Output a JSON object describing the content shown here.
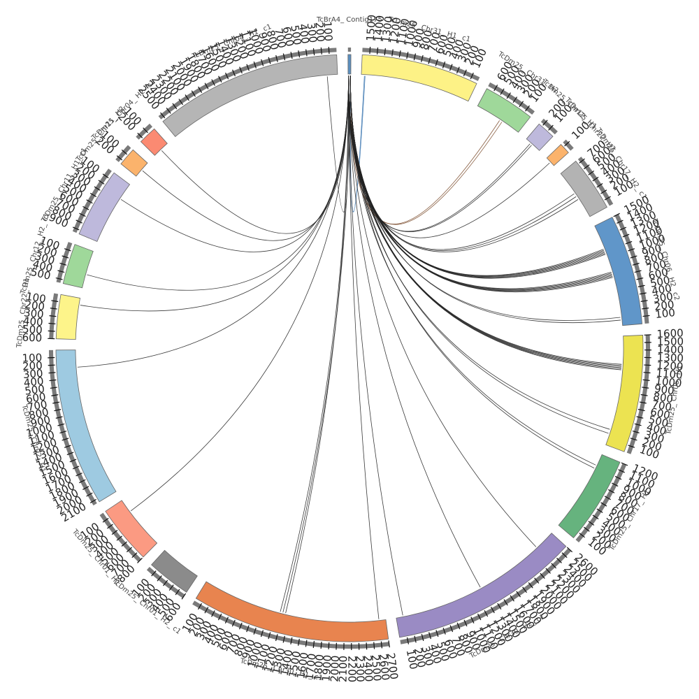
{
  "diagram": {
    "type": "circos",
    "segments": [
      {
        "name": "TcBrA4_ Contig175",
        "color": "#5b8fbf",
        "extent": 4,
        "ticks": []
      },
      {
        "name": "TcDm25_ Chr31_ H1_ c1",
        "color": "#fdf286",
        "extent": 160,
        "ticks": [
          "100",
          "200",
          "300",
          "400",
          "500",
          "600",
          "700",
          "800",
          "900",
          "1000",
          "1100",
          "1200",
          "1300",
          "1400",
          "1500"
        ]
      },
      {
        "name": "TcDm25_ Chr31_ H2",
        "color": "#9fd89a",
        "extent": 70,
        "ticks": [
          "100",
          "200",
          "300",
          "400",
          "500",
          "600"
        ]
      },
      {
        "name": "TcDm25_ Chr12_ H1",
        "color": "#beb9dc",
        "extent": 25,
        "ticks": [
          "100",
          "200"
        ]
      },
      {
        "name": "TcDm25_ Chr22_ H2",
        "color": "#fbb36c",
        "extent": 15,
        "ticks": [
          "100"
        ]
      },
      {
        "name": "TcDm25_ Chr17_ H2_ c1",
        "color": "#b3b3b3",
        "extent": 75,
        "ticks": [
          "100",
          "200",
          "300",
          "400",
          "500",
          "600",
          "700"
        ]
      },
      {
        "name": "TcDm25_ Chr06_ H2_ c2",
        "color": "#6096c9",
        "extent": 150,
        "ticks": [
          "100",
          "200",
          "300",
          "400",
          "500",
          "600",
          "700",
          "800",
          "900",
          "1000",
          "1100",
          "1200",
          "1300",
          "1400",
          "1500"
        ]
      },
      {
        "name": "TcDm25_ Chr06_ H1",
        "color": "#ece351",
        "extent": 160,
        "ticks": [
          "100",
          "200",
          "300",
          "400",
          "500",
          "600",
          "700",
          "800",
          "900",
          "1000",
          "1100",
          "1200",
          "1300",
          "1400",
          "1500",
          "1600"
        ]
      },
      {
        "name": "TcDm25_ Chr17_ H1",
        "color": "#66b37e",
        "extent": 120,
        "ticks": [
          "100",
          "200",
          "300",
          "400",
          "500",
          "600",
          "700",
          "800",
          "900",
          "1000",
          "1100",
          "1200"
        ]
      },
      {
        "name": "TcDm25_ Chr30_ H2_ c1",
        "color": "#9a8bc4",
        "extent": 260,
        "ticks": [
          "100",
          "200",
          "300",
          "400",
          "500",
          "600",
          "700",
          "800",
          "900",
          "1000",
          "1100",
          "1200",
          "1300",
          "1400",
          "1500",
          "1600",
          "1700",
          "1800",
          "1900",
          "2000",
          "2100",
          "2200",
          "2300",
          "2400",
          "2500",
          "2600"
        ]
      },
      {
        "name": "TcDm25_ Chr30_ H1_ c1",
        "color": "#e8844f",
        "extent": 270,
        "ticks": [
          "100",
          "200",
          "300",
          "400",
          "500",
          "600",
          "700",
          "800",
          "900",
          "1000",
          "1100",
          "1200",
          "1300",
          "1400",
          "1500",
          "1600",
          "1700",
          "1800",
          "1900",
          "2000",
          "2100",
          "2200",
          "2300",
          "2400",
          "2500",
          "2600",
          "2700"
        ]
      },
      {
        "name": "TcDm25_ Chr01_ H2_ c1",
        "color": "#8b8b8b",
        "extent": 60,
        "ticks": [
          "100",
          "200",
          "300",
          "400",
          "500",
          "600"
        ]
      },
      {
        "name": "TcDm25_ Chr01_ H1",
        "color": "#fb9a82",
        "extent": 80,
        "ticks": [
          "100",
          "200",
          "300",
          "400",
          "500",
          "600",
          "700",
          "800"
        ]
      },
      {
        "name": "TcDm25_ Chr02_ H1",
        "color": "#9ecae1",
        "extent": 215,
        "ticks": [
          "100",
          "200",
          "300",
          "400",
          "500",
          "600",
          "700",
          "800",
          "900",
          "1000",
          "1100",
          "1200",
          "1300",
          "1400",
          "1500",
          "1600",
          "1700",
          "1800",
          "1900",
          "2000",
          "2100"
        ]
      },
      {
        "name": "TcDm25_ Chr22_ H1",
        "color": "#fdf48a",
        "extent": 60,
        "ticks": [
          "100",
          "200",
          "300",
          "400",
          "500",
          "600"
        ]
      },
      {
        "name": "TcDm25_ Chr12_ H2_ c1",
        "color": "#9fd89a",
        "extent": 55,
        "ticks": [
          "100",
          "200",
          "300",
          "400",
          "500"
        ]
      },
      {
        "name": "TcDm25_ Chr11_ H1_ c1",
        "color": "#beb9dc",
        "extent": 95,
        "ticks": [
          "100",
          "200",
          "300",
          "400",
          "500",
          "600",
          "700",
          "800",
          "900"
        ]
      },
      {
        "name": "TcDm25_ Chr11_ H2",
        "color": "#fbb36c",
        "extent": 25,
        "ticks": [
          "100",
          "200"
        ]
      },
      {
        "name": "TcDm25_ Chr04_ H2_ c1",
        "color": "#fb8a72",
        "extent": 25,
        "ticks": [
          "100",
          "200"
        ]
      },
      {
        "name": "TcDm25_ Chr04_ H1_ c1",
        "color": "#b5b5b5",
        "extent": 255,
        "ticks": [
          "100",
          "200",
          "300",
          "400",
          "500",
          "600",
          "700",
          "800",
          "900",
          "1000",
          "1100",
          "1200",
          "1300",
          "1400",
          "1500",
          "1600",
          "1700",
          "1800",
          "1900",
          "2000",
          "2100",
          "2200",
          "2300",
          "2400",
          "2500"
        ]
      }
    ],
    "links": [
      {
        "to": "TcDm25_ Chr31_ H1_ c1",
        "at": 5,
        "count": 2,
        "spread": 1,
        "color": "#3a75b0"
      },
      {
        "to": "TcDm25_ Chr31_ H2",
        "at": 40,
        "count": 2,
        "spread": 4,
        "color": "#7a4a2a"
      },
      {
        "to": "TcDm25_ Chr12_ H1",
        "at": 10,
        "count": 2,
        "spread": 3,
        "color": "#222222"
      },
      {
        "to": "TcDm25_ Chr22_ H2",
        "at": 8,
        "count": 1,
        "spread": 0,
        "color": "#222222"
      },
      {
        "to": "TcDm25_ Chr17_ H2_ c1",
        "at": 40,
        "count": 3,
        "spread": 10,
        "color": "#222222"
      },
      {
        "to": "TcDm25_ Chr06_ H2_ c2",
        "at": 40,
        "count": 6,
        "spread": 8,
        "color": "#222222"
      },
      {
        "to": "TcDm25_ Chr06_ H2_ c2",
        "at": 75,
        "count": 6,
        "spread": 8,
        "color": "#222222"
      },
      {
        "to": "TcDm25_ Chr06_ H2_ c2",
        "at": 140,
        "count": 2,
        "spread": 4,
        "color": "#222222"
      },
      {
        "to": "TcDm25_ Chr06_ H1",
        "at": 45,
        "count": 6,
        "spread": 8,
        "color": "#222222"
      },
      {
        "to": "TcDm25_ Chr06_ H1",
        "at": 140,
        "count": 2,
        "spread": 6,
        "color": "#222222"
      },
      {
        "to": "TcDm25_ Chr17_ H1",
        "at": 20,
        "count": 2,
        "spread": 5,
        "color": "#222222"
      },
      {
        "to": "TcDm25_ Chr30_ H2_ c1",
        "at": 30,
        "count": 1,
        "spread": 0,
        "color": "#222222"
      },
      {
        "to": "TcDm25_ Chr30_ H2_ c1",
        "at": 130,
        "count": 1,
        "spread": 0,
        "color": "#222222"
      },
      {
        "to": "TcDm25_ Chr30_ H2_ c1",
        "at": 250,
        "count": 1,
        "spread": 0,
        "color": "#222222"
      },
      {
        "to": "TcDm25_ Chr30_ H1_ c1",
        "at": 10,
        "count": 1,
        "spread": 0,
        "color": "#222222"
      },
      {
        "to": "TcDm25_ Chr30_ H1_ c1",
        "at": 150,
        "count": 3,
        "spread": 8,
        "color": "#222222"
      },
      {
        "to": "TcDm25_ Chr01_ H1",
        "at": 60,
        "count": 1,
        "spread": 0,
        "color": "#222222"
      },
      {
        "to": "TcDm25_ Chr02_ H1",
        "at": 190,
        "count": 1,
        "spread": 0,
        "color": "#222222"
      },
      {
        "to": "TcDm25_ Chr22_ H1",
        "at": 50,
        "count": 1,
        "spread": 0,
        "color": "#222222"
      },
      {
        "to": "TcDm25_ Chr12_ H2_ c1",
        "at": 20,
        "count": 1,
        "spread": 0,
        "color": "#222222"
      },
      {
        "to": "TcDm25_ Chr11_ H1_ c1",
        "at": 70,
        "count": 1,
        "spread": 0,
        "color": "#222222"
      },
      {
        "to": "TcDm25_ Chr11_ H2",
        "at": 12,
        "count": 1,
        "spread": 0,
        "color": "#222222"
      },
      {
        "to": "TcDm25_ Chr04_ H2_ c1",
        "at": 12,
        "count": 1,
        "spread": 0,
        "color": "#222222"
      },
      {
        "to": "TcDm25_ Chr04_ H1_ c1",
        "at": 240,
        "count": 1,
        "spread": 0,
        "color": "#222222"
      }
    ]
  }
}
